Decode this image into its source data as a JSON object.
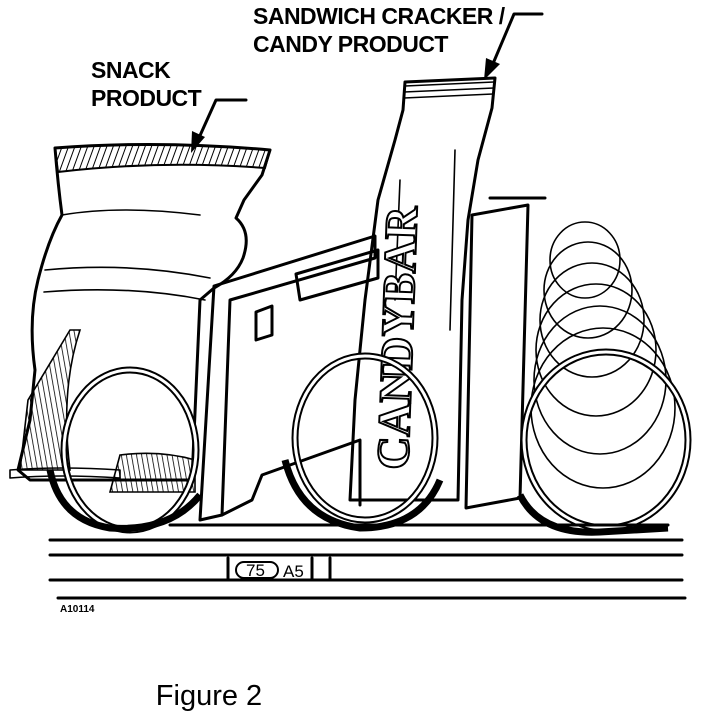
{
  "labels": {
    "sandwich_line1": "SANDWICH CRACKER /",
    "sandwich_line2": "CANDY PRODUCT",
    "snack_line1": "SNACK",
    "snack_line2": "PRODUCT",
    "candy_bar_text": "CANDYBAR",
    "shelf_price": "75",
    "shelf_selection": "A5",
    "figure_id": "A10114"
  },
  "caption": "Figure 2"
}
